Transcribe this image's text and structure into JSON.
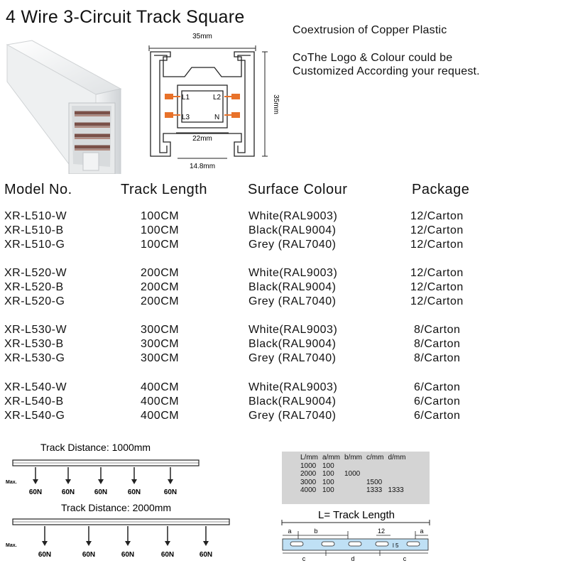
{
  "title": "4 Wire 3-Circuit Track Square",
  "notes": {
    "line1": "Coextrusion of Copper Plastic",
    "line2": "CoThe Logo & Colour could be",
    "line3": "Customized According your request."
  },
  "drawing": {
    "width_label": "35mm",
    "height_label": "35mm",
    "inner_label": "22mm",
    "bottom_label": "14.8mm",
    "l1": "L1",
    "l2": "L2",
    "l3": "L3",
    "n": "N",
    "colors": {
      "accent": "#e8722a",
      "line": "#222222"
    }
  },
  "table": {
    "headers": {
      "model": "Model No.",
      "length": "Track Length",
      "colour": "Surface Colour",
      "package": "Package"
    },
    "groups": [
      {
        "rows": [
          {
            "model": "XR-L510-W",
            "length": "100CM",
            "colour": "White(RAL9003)",
            "package": "12/Carton"
          },
          {
            "model": "XR-L510-B",
            "length": "100CM",
            "colour": "Black(RAL9004)",
            "package": "12/Carton"
          },
          {
            "model": "XR-L510-G",
            "length": "100CM",
            "colour": "Grey (RAL7040)",
            "package": "12/Carton"
          }
        ]
      },
      {
        "rows": [
          {
            "model": "XR-L520-W",
            "length": "200CM",
            "colour": "White(RAL9003)",
            "package": "12/Carton"
          },
          {
            "model": "XR-L520-B",
            "length": "200CM",
            "colour": "Black(RAL9004)",
            "package": "12/Carton"
          },
          {
            "model": "XR-L520-G",
            "length": "200CM",
            "colour": "Grey (RAL7040)",
            "package": "12/Carton"
          }
        ]
      },
      {
        "rows": [
          {
            "model": "XR-L530-W",
            "length": "300CM",
            "colour": "White(RAL9003)",
            "package": "8/Carton"
          },
          {
            "model": "XR-L530-B",
            "length": "300CM",
            "colour": "Black(RAL9004)",
            "package": "8/Carton"
          },
          {
            "model": "XR-L530-G",
            "length": "300CM",
            "colour": "Grey (RAL7040)",
            "package": "8/Carton"
          }
        ]
      },
      {
        "rows": [
          {
            "model": "XR-L540-W",
            "length": "400CM",
            "colour": "White(RAL9003)",
            "package": "6/Carton"
          },
          {
            "model": "XR-L540-B",
            "length": "400CM",
            "colour": "Black(RAL9004)",
            "package": "6/Carton"
          },
          {
            "model": "XR-L540-G",
            "length": "400CM",
            "colour": "Grey (RAL7040)",
            "package": "6/Carton"
          }
        ]
      }
    ]
  },
  "load1": {
    "title": "Track Distance: 1000mm",
    "max": "Max.",
    "loads": [
      "60N",
      "60N",
      "60N",
      "60N",
      "60N"
    ]
  },
  "load2": {
    "title": "Track Distance: 2000mm",
    "max": "Max.",
    "loads": [
      "60N",
      "60N",
      "60N",
      "60N",
      "60N"
    ]
  },
  "spec_table": {
    "headers": [
      "L/mm",
      "a/mm",
      "b/mm",
      "c/mm",
      "d/mm"
    ],
    "rows": [
      [
        "1000",
        "100",
        "",
        "",
        ""
      ],
      [
        "2000",
        "100",
        "1000",
        "",
        ""
      ],
      [
        "3000",
        "100",
        "",
        "1500",
        ""
      ],
      [
        "4000",
        "100",
        "",
        "1333",
        "1333"
      ]
    ]
  },
  "length_diagram": {
    "title": "L= Track Length",
    "a": "a",
    "b": "b",
    "c": "c",
    "d": "d",
    "n12": "12",
    "l5": "l 5",
    "bar_color": "#bfe0f5"
  }
}
